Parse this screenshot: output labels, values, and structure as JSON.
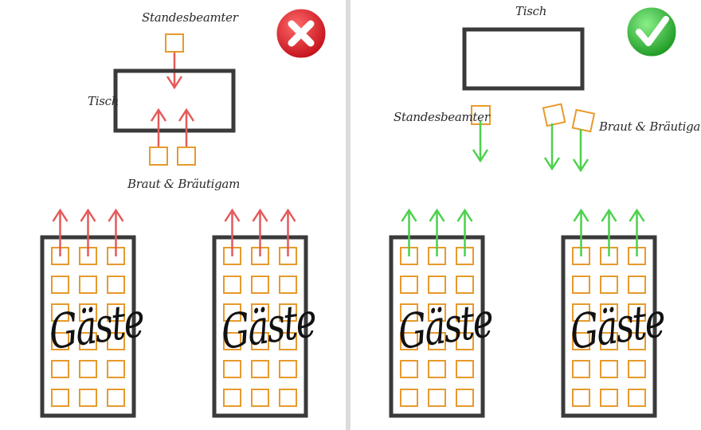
{
  "colors": {
    "wrong_arrow": "#e45a5a",
    "right_arrow": "#4cd14c",
    "seat": "#e79a2c",
    "table_stroke": "#3a3a3a",
    "wrong_badge": "#d8202a",
    "right_badge": "#32b236"
  },
  "left": {
    "badge_icon": "cross-icon",
    "standesbeamter_label": "Standesbeamter",
    "tisch_label": "Tisch",
    "couple_label": "Braut & Bräutigam",
    "guest_block_1": "Gäste",
    "guest_block_2": "Gäste"
  },
  "right": {
    "badge_icon": "check-icon",
    "tisch_label": "Tisch",
    "standesbeamter_label": "Standesbeamter",
    "couple_label": "Braut & Bräutigam",
    "guest_block_1": "Gäste",
    "guest_block_2": "Gäste"
  }
}
